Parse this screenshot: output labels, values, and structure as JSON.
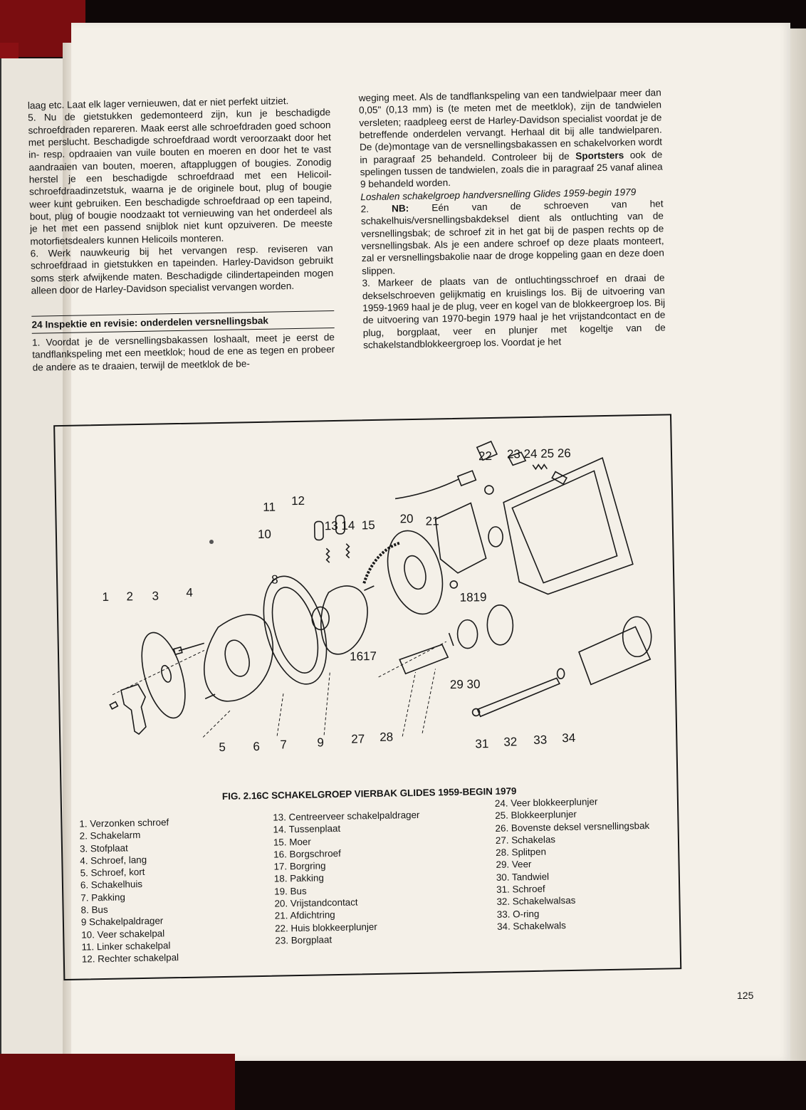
{
  "left_column": {
    "paragraph_a": "laag etc. Laat elk lager vernieuwen, dat er niet perfekt uitziet.",
    "paragraph_5": "5. Nu de gietstukken gedemonteerd zijn, kun je beschadigde schroefdraden repareren. Maak eerst alle schroefdraden goed schoon met perslucht. Beschadigde schroefdraad wordt veroorzaakt door het in- resp. opdraaien van vuile bouten en moeren en door het te vast aandraaien van bouten, moeren, aftappluggen of bougies. Zonodig herstel je een beschadigde schroefdraad met een Helicoil-schroefdraadinzetstuk, waarna je de originele bout, plug of bougie weer kunt gebruiken. Een beschadigde schroefdraad op een tapeind, bout, plug of bougie noodzaakt tot vernieuwing van het onderdeel als je het met een passend snijblok niet kunt opzuiveren. De meeste motorfietsdealers kunnen Helicoils monteren.",
    "paragraph_6": "6. Werk nauwkeurig bij het vervangen resp. reviseren van schroefdraad in gietstukken en tapeinden. Harley-Davidson gebruikt soms sterk afwijkende maten. Beschadigde cilindertapeinden mogen alleen door de Harley-Davidson specialist vervangen worden.",
    "section_heading": "24 Inspektie en revisie: onderdelen versnellingsbak",
    "paragraph_1": "1. Voordat je de versnellingsbakassen loshaalt, meet je eerst de tandflankspeling met een meetklok; houd de ene as tegen en probeer de andere as te draaien, terwijl de meetklok de be-"
  },
  "right_column": {
    "paragraph_cont": "weging meet. Als de tandflankspeling van een tandwielpaar meer dan 0,05\" (0,13 mm) is (te meten met de meetklok), zijn de tandwielen versleten; raadpleeg eerst de Harley-Davidson specialist voordat je de betreffende onderdelen vervangt. Herhaal dit bij alle tandwielparen. De (de)montage van de versnellingsbakassen en schakelvorken wordt in paragraaf 25 behandeld. Controleer bij de",
    "bold_sportsters": "Sportsters",
    "paragraph_cont_end": "ook de spelingen tussen de tandwielen, zoals die in paragraaf 25 vanaf alinea 9 behandeld worden.",
    "italic_heading": "Loshalen schakelgroep handversnelling Glides 1959-begin 1979",
    "paragraph_2_prefix": "2.",
    "paragraph_2_bold": "NB:",
    "paragraph_2": "Eén van de schroeven van het schakelhuis/versnellingsbakdeksel dient als ontluchting van de versnellingsbak; de schroef zit in het gat bij de paspen rechts op de versnellingsbak. Als je een andere schroef op deze plaats monteert, zal er versnellingsbakolie naar de droge koppeling gaan en deze doen slippen.",
    "paragraph_3": "3. Markeer de plaats van de ontluchtingsschroef en draai de dekselschroeven gelijkmatig en kruislings los. Bij de uitvoering van 1959-1969 haal je de plug, veer en kogel van de blokkeergroep los. Bij de uitvoering van 1970-begin 1979 haal je het vrijstandcontact en de plug, borgplaat, veer en plunjer met kogeltje van de schakelstandblokkeergroep los. Voordat je het"
  },
  "figure": {
    "caption": "FIG. 2.16C SCHAKELGROEP VIERBAK GLIDES 1959-BEGIN 1979",
    "callouts": [
      "1",
      "2",
      "3",
      "4",
      "5",
      "6",
      "7",
      "8",
      "9",
      "10",
      "11",
      "12",
      "13",
      "14",
      "15",
      "16",
      "17",
      "18",
      "19",
      "20",
      "21",
      "22",
      "23",
      "24",
      "25",
      "26",
      "27",
      "28",
      "29",
      "30",
      "31",
      "32",
      "33",
      "34"
    ],
    "legend_col1": [
      "1. Verzonken schroef",
      "2. Schakelarm",
      "3. Stofplaat",
      "4. Schroef, lang",
      "5. Schroef, kort",
      "6. Schakelhuis",
      "7. Pakking",
      "8. Bus",
      "9 Schakelpaldrager",
      "10. Veer schakelpal",
      "11. Linker schakelpal",
      "12. Rechter schakelpal"
    ],
    "legend_col2": [
      "13. Centreerveer schakelpaldrager",
      "14. Tussenplaat",
      "15. Moer",
      "16. Borgschroef",
      "17. Borgring",
      "18. Pakking",
      "19. Bus",
      "20. Vrijstandcontact",
      "21. Afdichtring",
      "22. Huis blokkeerplunjer",
      "23. Borgplaat"
    ],
    "legend_col3": [
      "24. Veer blokkeerplunjer",
      "25. Blokkeerplunjer",
      "26. Bovenste deksel versnellingsbak",
      "27. Schakelas",
      "28. Splitpen",
      "29. Veer",
      "30. Tandwiel",
      "31. Schroef",
      "32. Schakelwalsas",
      "33. O-ring",
      "34. Schakelwals"
    ]
  },
  "page_number": "125"
}
